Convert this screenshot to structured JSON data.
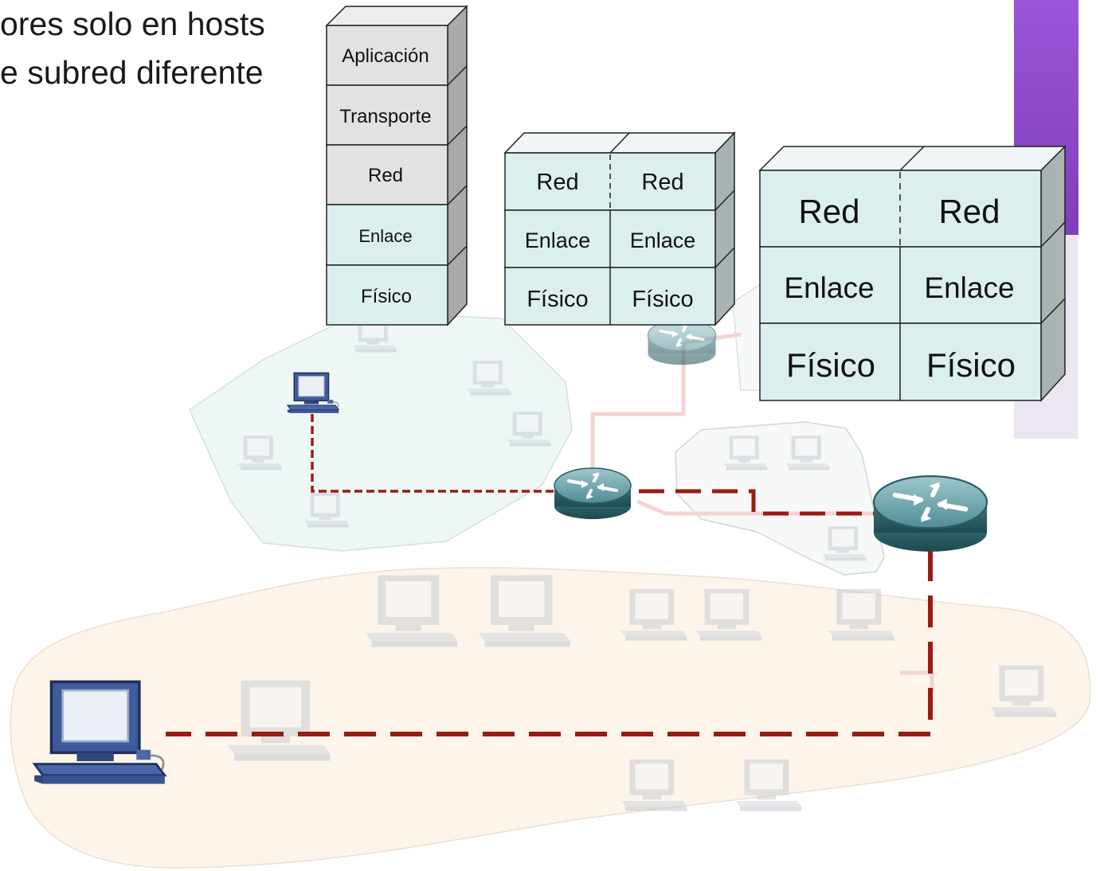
{
  "header": {
    "line1": "ores solo en hosts",
    "line2": "e subred diferente"
  },
  "accent": {
    "purple": "#8e4fcf",
    "lavender": "#ece6f2"
  },
  "colors": {
    "path": "#9b1b12",
    "layer_gray": "#e2e2e2",
    "layer_cyan": "#dcefef",
    "lan_fill": "#fdf5ea",
    "subnet_fill": "#eef7f5"
  },
  "host_stack": {
    "layers": [
      {
        "label": "Aplicación"
      },
      {
        "label": "Transporte"
      },
      {
        "label": "Red"
      },
      {
        "label": "Enlace"
      },
      {
        "label": "Físico"
      }
    ]
  },
  "router_stack_small": {
    "rows": [
      {
        "left": "Red",
        "right": "Red"
      },
      {
        "left": "Enlace",
        "right": "Enlace"
      },
      {
        "left": "Físico",
        "right": "Físico"
      }
    ]
  },
  "router_stack_large": {
    "rows": [
      {
        "left": "Red",
        "right": "Red"
      },
      {
        "left": "Enlace",
        "right": "Enlace"
      },
      {
        "left": "Físico",
        "right": "Físico"
      }
    ]
  },
  "icons": {
    "computer": "computer-icon",
    "router": "router-icon"
  }
}
